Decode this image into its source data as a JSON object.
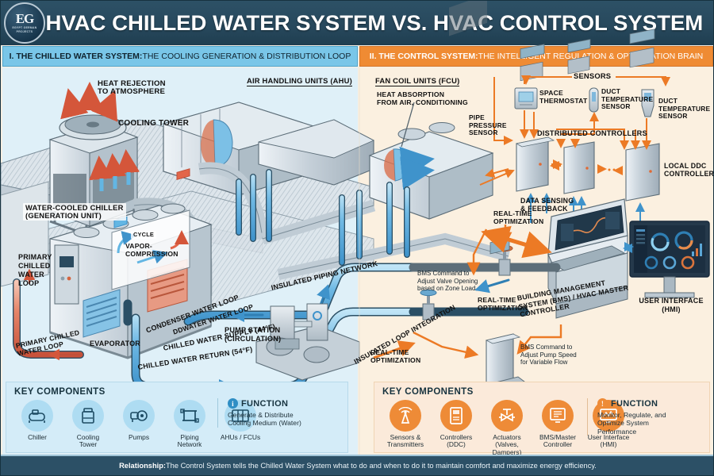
{
  "header": {
    "title": "HVAC CHILLED WATER SYSTEM VS. HVAC CONTROL SYSTEM",
    "logo_main": "EG",
    "logo_sub": "EGYPT GERMAN PROJECTS"
  },
  "subtitles": {
    "left_strong": "I. THE CHILLED WATER SYSTEM:",
    "left_rest": " THE COOLING GENERATION & DISTRIBUTION LOOP",
    "right_strong": "II. THE CONTROL SYSTEM:",
    "right_rest": " THE INTELLIGENT REGULATION & OPTIMIZATION BRAIN"
  },
  "left_labels": {
    "heat_rejection": "HEAT REJECTION\nTO ATMOSPHERE",
    "cooling_tower": "COOLING TOWER",
    "ahu": "AIR HANDLING UNITS (AHU)",
    "chiller": "WATER-COOLED CHILLER\n(GENERATION UNIT)",
    "primary_loop_top": "PRIMARY\nCHILLED\nWATER\nLOOP",
    "cycle": "CYCLE",
    "vapor": "VAPOR-\nCOMPRESSION",
    "evaporator": "EVAPORATOR",
    "condenser_loop": "CONDENSER WATER LOOP",
    "condwater_loop": "DDWATER WATER LOOP",
    "primary_loop_bottom": "PRIMARY CHILLED\nWATER LOOP",
    "chilled_supply": "CHILLED WATER SUPPLY (44°F)",
    "chilled_return": "CHILLED WATER RETURN (54°F)",
    "pump_station": "PUMP STATION\n(CIRCULATION)",
    "insulated_piping": "INSULATED PIPING NETWORK",
    "insulated_loop": "INSULATED LOOP INTEGRATION"
  },
  "right_labels": {
    "fcu": "FAN COIL UNITS (FCU)",
    "heat_absorption": "HEAT ABSORPTION\nFROM AIR, CONDITIONING",
    "sensors": "SENSORS",
    "space_thermostat": "SPACE\nTHERMOSTAT",
    "duct_temp_1": "DUCT\nTEMPERATURE\nSENSOR",
    "duct_temp_2": "DUCT\nTEMPERATURE\nSENSOR",
    "pipe_pressure": "PIPE\nPRESSURE\nSENSOR",
    "distributed_controllers": "DISTRIBUTED CONTROLLERS",
    "local_ddc": "LOCAL DDC\nCONTROLLERS",
    "data_sensing": "DATA SENSING\n& FEEDBACK",
    "rt_opt_1": "REAL-TIME\nOPTIMIZATION",
    "rt_opt_2": "REAL-TIME\nOPTIMIZATION",
    "rt_opt_3": "REAL-TIME\nOPTIMIZATION",
    "bms": "BUILDING MANAGEMENT\nSYSTEM (BMS) / HVAC MASTER\nCONTROLLER",
    "hmi": "USER INTERFACE\n(HMI)",
    "cmd_valve": "BMS Command to\nAdjust Valve Opening\nbased on Zone Load",
    "cmd_pump": "BMS Command to\nAdjust Pump Speed\nfor Variable Flow"
  },
  "key_left": {
    "title": "KEY COMPONENTS",
    "items": [
      {
        "label": "Chiller",
        "icon": "chiller-icon"
      },
      {
        "label": "Cooling\nTower",
        "icon": "cooling-tower-icon"
      },
      {
        "label": "Pumps",
        "icon": "pump-icon"
      },
      {
        "label": "Piping\nNetwork",
        "icon": "piping-icon"
      },
      {
        "label": "AHUs / FCUs",
        "icon": "ahu-icon"
      }
    ],
    "function_title": "FUNCTION",
    "function_text": "Generate & Distribute\nCooling Medium (Water)",
    "function_icon": "info-icon"
  },
  "key_right": {
    "title": "KEY COMPONENTS",
    "items": [
      {
        "label": "Sensors &\nTransmitters",
        "icon": "antenna-icon"
      },
      {
        "label": "Controllers\n(DDC)",
        "icon": "controller-icon"
      },
      {
        "label": "Actuators\n(Valves, Dampers)",
        "icon": "valve-icon"
      },
      {
        "label": "BMS/Master\nController",
        "icon": "server-screen-icon"
      },
      {
        "label": "User Interface\n(HMI)",
        "icon": "monitor-icon"
      }
    ],
    "function_title": "FUNCTION",
    "function_text": "Monitor, Regulate, and\nOptimize System\nPerformance",
    "function_icon": "bulb-icon"
  },
  "footer": {
    "strong": "Relationship:",
    "text": " The Control System tells the Chilled Water System what to do and when to do it to maintain comfort and maximize energy efficiency."
  },
  "colors": {
    "header_bg": "#2b4f65",
    "left_accent": "#79c6e8",
    "right_accent": "#ef8b33",
    "left_panel": "#dff0f8",
    "right_panel": "#fbf0e0",
    "cold_pipe": "#63b6e3",
    "hot_pipe": "#e2664a",
    "metal": "#c8d3da",
    "footer_bg": "#2c5066"
  }
}
